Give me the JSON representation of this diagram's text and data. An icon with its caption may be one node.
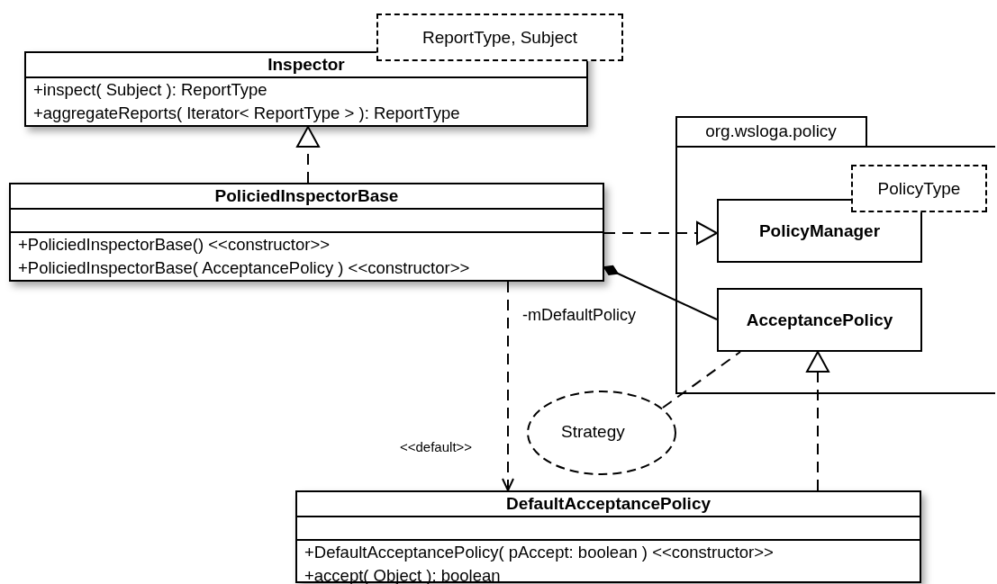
{
  "diagram": {
    "nodes": [
      {
        "text": [
          "Inspector",
          "+inspect( Subject ): ReportType",
          "+aggregateReports( Iterator< ReportType > ): ReportType"
        ]
      },
      {
        "text": [
          "ReportType, Subject"
        ]
      },
      {
        "text": [
          "PoliciedInspectorBase",
          "+PoliciedInspectorBase() <<constructor>>",
          "+PoliciedInspectorBase( AcceptancePolicy ) <<constructor>>"
        ]
      },
      {
        "text": [
          "org.wsloga.policy"
        ]
      },
      {
        "text": [
          "PolicyManager"
        ],
        "in": 3
      },
      {
        "text": [
          "PolicyType"
        ],
        "in": 3
      },
      {
        "text": [
          "AcceptancePolicy"
        ],
        "in": 3
      },
      {
        "text": [
          "Strategy"
        ]
      },
      {
        "text": [
          "DefaultAcceptancePolicy",
          "+DefaultAcceptancePolicy( pAccept: boolean ) <<constructor>>",
          "+accept( Object ): boolean"
        ]
      }
    ],
    "edges": [
      {
        "from": 2,
        "to": 0,
        "arrow": "to",
        "style": "dashed"
      },
      {
        "from": 2,
        "to": 4,
        "arrow": "to",
        "style": "dashed"
      },
      {
        "from": 2,
        "to": 6,
        "arrow": "other",
        "label": "-mDefaultPolicy"
      },
      {
        "from": 2,
        "to": 8,
        "arrow": "to",
        "style": "dashed",
        "label": "<<default>>"
      },
      {
        "from": 7,
        "to": 6,
        "arrow": "none",
        "style": "dashed"
      },
      {
        "from": 8,
        "to": 6,
        "arrow": "to",
        "style": "dashed"
      }
    ]
  }
}
